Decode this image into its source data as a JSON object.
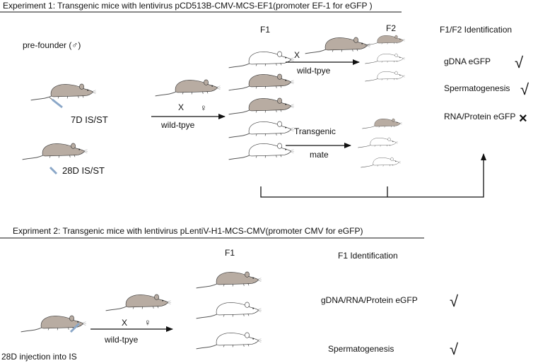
{
  "experiment1": {
    "title": "Experiment 1: Transgenic mice with lentivirus pCD513B-CMV-MCS-EF1(promoter EF-1 for eGFP )",
    "pre_founder": "pre-founder (♂)",
    "label_7d": "7D IS/ST",
    "label_28d": "28D IS/ST",
    "cross_x": "X",
    "cross_female": "♀",
    "wild_type": "wild-tpye",
    "f1": "F1",
    "f2": "F2",
    "identification_title": "F1/F2 Identification",
    "transgenic": "Transgenic",
    "mate": "mate",
    "results": [
      {
        "label": "gDNA eGFP",
        "mark": "√"
      },
      {
        "label": "Spermatogenesis",
        "mark": "√"
      },
      {
        "label": "RNA/Protein eGFP",
        "mark": "×"
      }
    ]
  },
  "experiment2": {
    "title": "Expriment 2: Transgenic mice with lentivirus pLentiV-H1-MCS-CMV(promoter CMV for eGFP)",
    "f1": "F1",
    "identification_title": "F1 Identification",
    "cross_x": "X",
    "cross_female": "♀",
    "wild_type": "wild-tpye",
    "injection": "28D injection into IS",
    "results": [
      {
        "label": "gDNA/RNA/Protein eGFP",
        "mark": "√"
      },
      {
        "label": "Spermatogenesis",
        "mark": "√"
      }
    ]
  },
  "colors": {
    "mouse_grey": "#b8aca2",
    "mouse_white": "#ffffff",
    "line": "#111111"
  }
}
